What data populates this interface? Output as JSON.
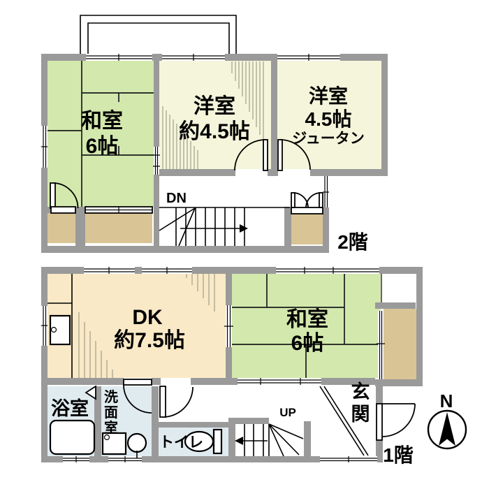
{
  "floor2": {
    "floor_label": "2階",
    "stairs_label": "DN",
    "washitsu": {
      "name": "和室",
      "size": "6帖"
    },
    "youshitsu_center": {
      "name": "洋室",
      "size": "約4.5帖"
    },
    "youshitsu_right": {
      "name": "洋室",
      "size": "4.5帖",
      "note": "ジュータン"
    }
  },
  "floor1": {
    "floor_label": "1階",
    "stairs_label": "UP",
    "dk": {
      "name": "DK",
      "size": "約7.5帖"
    },
    "washitsu": {
      "name": "和室",
      "size": "6帖"
    },
    "bath": "浴室",
    "washroom": "洗面室",
    "toilet": "トイレ",
    "entrance": "玄関"
  },
  "compass": {
    "label": "N"
  },
  "colors": {
    "wall": "#9a9a9a",
    "tatami_green": "#d3e8ad",
    "western_pale": "#f4f5da",
    "dk_cream": "#f9e9c6",
    "closet_tan": "#d9c495",
    "water_blue": "#e0ebf0",
    "line_black": "#000000"
  }
}
